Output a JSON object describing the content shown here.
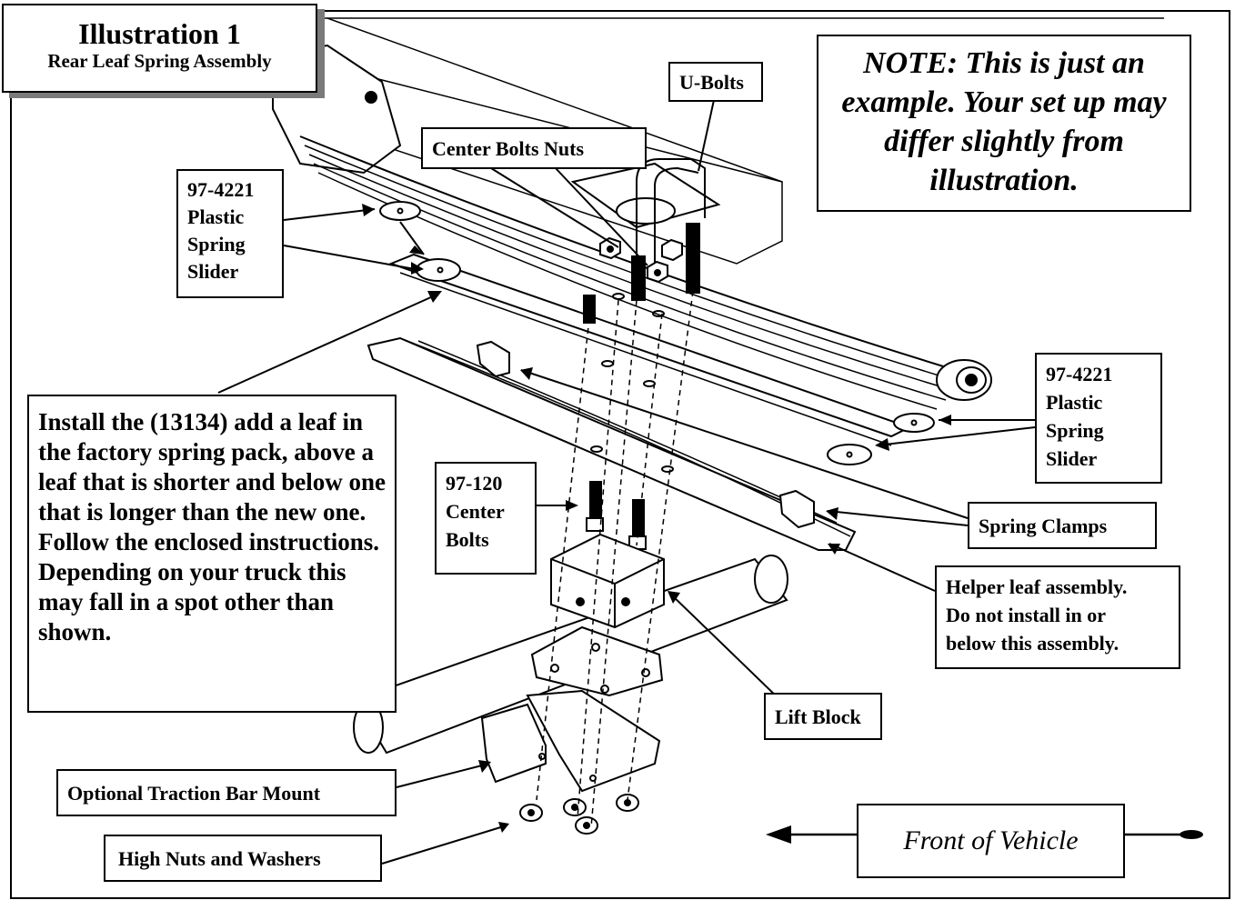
{
  "title": {
    "main": "Illustration 1",
    "sub": "Rear Leaf Spring Assembly"
  },
  "note": "NOTE: This is just an example. Your set up may differ slightly from illustration.",
  "callouts": {
    "u_bolts": "U-Bolts",
    "center_bolts_nuts": "Center Bolts Nuts",
    "slider_top_left": [
      "97-4221",
      "Plastic",
      "Spring",
      "Slider"
    ],
    "slider_right": [
      "97-4221",
      "Plastic",
      "Spring",
      "Slider"
    ],
    "center_bolts": [
      "97-120",
      "Center",
      "Bolts"
    ],
    "spring_clamps": "Spring Clamps",
    "helper_leaf": [
      "Helper leaf assembly.",
      "Do not install in or",
      "below this assembly."
    ],
    "lift_block": "Lift Block",
    "traction_bar": "Optional Traction Bar Mount",
    "high_nuts": "High Nuts and Washers",
    "front_of_vehicle": "Front of Vehicle"
  },
  "install_text": "Install the (13134) add a leaf in the factory spring pack, above a leaf that is shorter and below one that is longer than the new one. Follow the enclosed instructions.  Depending on your truck this may fall in a spot other than shown.",
  "colors": {
    "line": "#000000",
    "shadow": "#7a7a7a",
    "fill": "#ffffff"
  }
}
